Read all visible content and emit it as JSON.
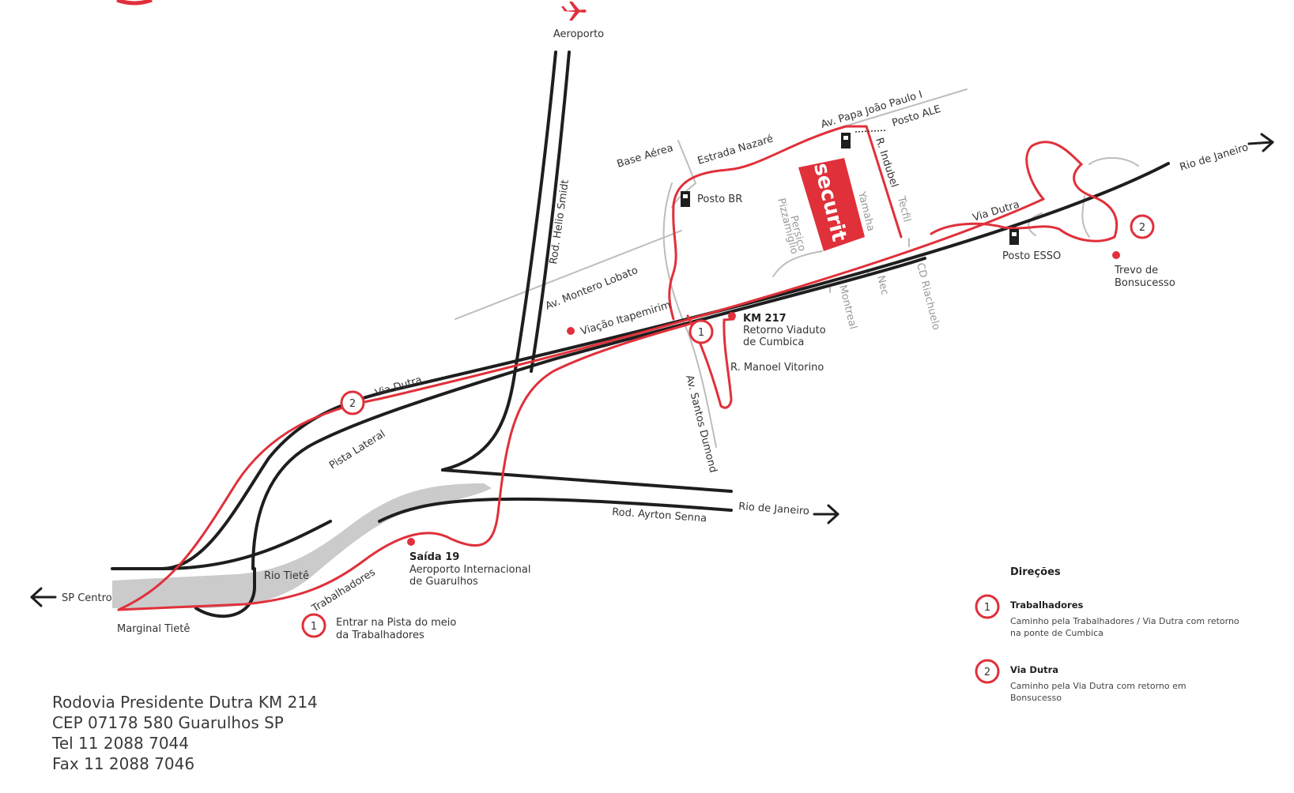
{
  "colors": {
    "red": "#e0303a",
    "black": "#1e1e1e",
    "grey_road": "#bdbdbd",
    "river": "#cbcbcb",
    "text": "#333333"
  },
  "icons": {
    "airport": "airplane-icon",
    "fuel": "fuel-pump-icon",
    "arrow": "arrow-icon"
  },
  "places": {
    "aeroporto": "Aeroporto",
    "rod_helio_smidt": "Rod. Helio Smidt",
    "base_aerea": "Base Aérea",
    "estrada_nazare": "Estrada Nazaré",
    "av_papa": "Av. Papa João Paulo I",
    "posto_ale": "Posto ALE",
    "r_indubel": "R. Indubel",
    "posto_br": "Posto BR",
    "av_montero_lobato": "Av. Montero Lobato",
    "viacao_itapemirim": "Viação Itapemirim",
    "via_dutra_top": "Via Dutra",
    "via_dutra_left": "Via Dutra",
    "rio_de_janeiro_top": "Rio de Janeiro",
    "posto_esso": "Posto ESSO",
    "trevo": [
      "Trevo de",
      "Bonsucesso"
    ],
    "km217": "KM 217",
    "retorno": [
      "Retorno Viaduto",
      "de Cumbica"
    ],
    "r_manoel_vitorino": "R. Manoel Vitorino",
    "av_santos_dumond": "Av. Santos Dumond",
    "persico": [
      "Persico",
      "Pizzamiglio"
    ],
    "yamaha": "Yamaha",
    "tecfil": "Tecfil",
    "montreal": "Montreal",
    "nec": "Nec",
    "cd_riachuelo": "CD Riachuelo",
    "pista_lateral": "Pista Lateral",
    "rio_de_janeiro_bottom": "Rio de Janeiro",
    "rod_ayrton_senna": "Rod. Ayrton Senna",
    "saida19": "Saída 19",
    "aeroporto_internacional": [
      "Aeroporto Internacional",
      "de Guarulhos"
    ],
    "rio_tiete": "Rio Tietê",
    "trabalhadores": "Trabalhadores",
    "sp_centro": "SP Centro",
    "marginal_tiete": "Marginal Tietê",
    "entrar": [
      "Entrar na Pista do meio",
      "da Trabalhadores"
    ]
  },
  "markers": {
    "one": "1",
    "two": "2"
  },
  "brand": {
    "logo": "securit"
  },
  "legend": {
    "title": "Direções",
    "items": [
      {
        "num": "1",
        "title": "Trabalhadores",
        "desc": [
          "Caminho pela Trabalhadores / Via Dutra com retorno",
          "na ponte de Cumbica"
        ]
      },
      {
        "num": "2",
        "title": "Via Dutra",
        "desc": [
          "Caminho pela Via Dutra com retorno em",
          "Bonsucesso"
        ]
      }
    ]
  },
  "address": {
    "line1": "Rodovia Presidente Dutra KM 214",
    "line2": "CEP 07178 580 Guarulhos SP",
    "line3": "Tel 11 2088 7044",
    "line4": "Fax 11 2088 7046"
  }
}
